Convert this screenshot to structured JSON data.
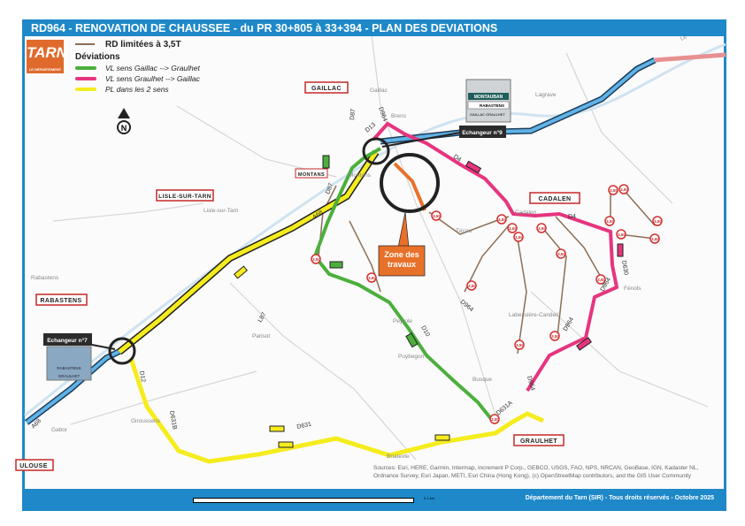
{
  "title": "RD964 - RENOVATION DE CHAUSSEE - du PR 30+805 à 33+394 - PLAN DES DEVIATIONS",
  "logo": {
    "text": "TARN",
    "subtext": "LE DÉPARTEMENT"
  },
  "legend": {
    "restricted": "RD limitées à 3,5T",
    "heading": "Déviations",
    "items": [
      {
        "label": "VL sens Gaillac --> Graulhet",
        "color": "#4caf3c"
      },
      {
        "label": "VL sens Graulhet --> Gaillac",
        "color": "#e6357f"
      },
      {
        "label": "PL dans les 2 sens",
        "color": "#f5ec1e"
      }
    ]
  },
  "colors": {
    "frame": "#1e88c8",
    "restricted": "#8d6e55",
    "works": "#e8712a",
    "motorway": "#5fb3e6"
  },
  "towns": [
    "GAILLAC",
    "MONTANS",
    "LISLE-SUR-TARN",
    "RABASTENS",
    "CADALEN",
    "GRAULHET",
    "ULOUSE"
  ],
  "places": [
    "Gaillac",
    "Brens",
    "Lagrave",
    "Montans",
    "Lisle-sur-Tarn",
    "Rabastens",
    "Técou",
    "Cadalen",
    "Peyrole",
    "Parisot",
    "Puybegon",
    "Busque",
    "Giroussens",
    "Labessière-Candeil",
    "Fénols",
    "Briatexte",
    "Gabor",
    "Le Tarn"
  ],
  "roads": [
    "D964",
    "D87",
    "D13",
    "D4",
    "A68",
    "D87",
    "D10",
    "D4",
    "D630",
    "D964",
    "D964",
    "D631A",
    "D964",
    "D631",
    "D12",
    "D631B",
    "A68",
    "L87"
  ],
  "weight_limit": "3,5t",
  "interchanges": [
    {
      "label": "Echangeur n°9",
      "sign": [
        "MONTAUBAN",
        "RABASTENS",
        "GAILLAC GRAULHET"
      ]
    },
    {
      "label": "Echangeur n°7",
      "sign": [
        "RABASTENS",
        "GRAULHET"
      ]
    }
  ],
  "works_zone": "Zone des travaux",
  "north": "N",
  "attribution": "Sources: Esri, HERE, Garmin, Intermap, increment P Corp., GEBCO, USGS, FAO, NPS, NRCAN, GeoBase, IGN, Kadaster NL, Ordnance Survey, Esri Japan, METI, Esri China (Hong Kong), (c) OpenStreetMap contributors, and the GIS User Community",
  "scale_label": "0 1 km",
  "footer": "Département du Tarn (SIR) - Tous droits réservés - Octobre 2025"
}
